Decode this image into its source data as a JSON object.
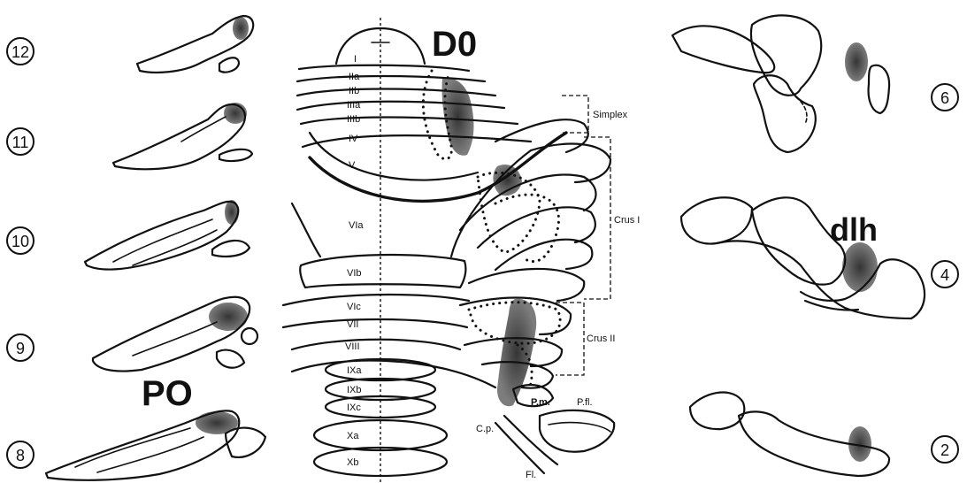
{
  "section_numbers": [
    "12",
    "11",
    "10",
    "9",
    "8",
    "6",
    "4",
    "2"
  ],
  "regions": {
    "D0": "D0",
    "PO": "PO",
    "dlh": "dlh"
  },
  "lobule_labels": [
    "I",
    "IIa",
    "IIb",
    "IIIa",
    "IIIb",
    "IV",
    "V",
    "VIa",
    "VIb",
    "VIc",
    "VII",
    "VIII",
    "IXa",
    "IXb",
    "IXc",
    "Xa",
    "Xb"
  ],
  "structure_labels": {
    "simplex": "Simplex",
    "crus1": "Crus I",
    "crus2": "Crus II",
    "pm": "P.m.",
    "pfl": "P.fl.",
    "fl": "Fl.",
    "cp": "C.p."
  },
  "colors": {
    "ink": "#111111",
    "background": "#ffffff"
  }
}
